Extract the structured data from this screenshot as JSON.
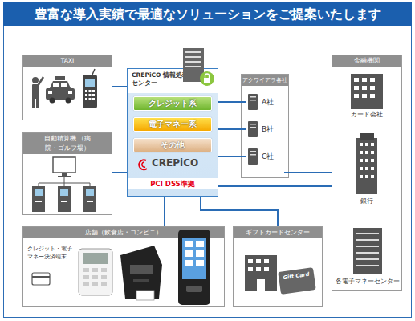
{
  "diagram": {
    "title": "豊富な導入実績で最適なソリューションをご提案いたします",
    "nodes": [
      {
        "text": [
          "TAXI"
        ]
      },
      {
        "text": [
          "CREPiCO 情報処理センター",
          "CREPiCO",
          "PCI DSS準拠"
        ]
      },
      {
        "text": [
          "クレジット系"
        ],
        "in": 1
      },
      {
        "text": [
          "電子マネー系"
        ],
        "in": 1
      },
      {
        "text": [
          "その他"
        ],
        "in": 1
      },
      {
        "text": [
          "アクワイアラ各社"
        ]
      },
      {
        "text": [
          "A社"
        ],
        "in": 5
      },
      {
        "text": [
          "B社"
        ],
        "in": 5
      },
      {
        "text": [
          "C社"
        ],
        "in": 5
      },
      {
        "text": [
          "金融機関"
        ]
      },
      {
        "text": [
          "カード会社"
        ],
        "in": 9
      },
      {
        "text": [
          "銀行"
        ],
        "in": 9
      },
      {
        "text": [
          "各電子マネーセンター"
        ],
        "in": 9
      },
      {
        "text": [
          "自動精算機 （病院・ゴルフ場）"
        ]
      },
      {
        "text": [
          "店舗（飲食店・コンビニ）",
          "クレジット・電子マネー決済端末"
        ]
      },
      {
        "text": [
          "ギフトカードセンター"
        ]
      }
    ],
    "edges": [
      {
        "from": 0,
        "to": 1,
        "arrow": "none"
      },
      {
        "from": 13,
        "to": 1,
        "arrow": "none"
      },
      {
        "from": 1,
        "to": 14,
        "arrow": "none"
      },
      {
        "from": 1,
        "to": 15,
        "arrow": "none"
      },
      {
        "from": 1,
        "to": 6,
        "arrow": "none"
      },
      {
        "from": 1,
        "to": 7,
        "arrow": "none"
      },
      {
        "from": 1,
        "to": 8,
        "arrow": "none"
      },
      {
        "from": 6,
        "to": 9,
        "arrow": "none"
      },
      {
        "from": 7,
        "to": 9,
        "arrow": "none"
      },
      {
        "from": 8,
        "to": 9,
        "arrow": "none"
      },
      {
        "from": 1,
        "to": 9,
        "arrow": "none"
      }
    ],
    "labels": [
      "Gift Card"
    ]
  }
}
